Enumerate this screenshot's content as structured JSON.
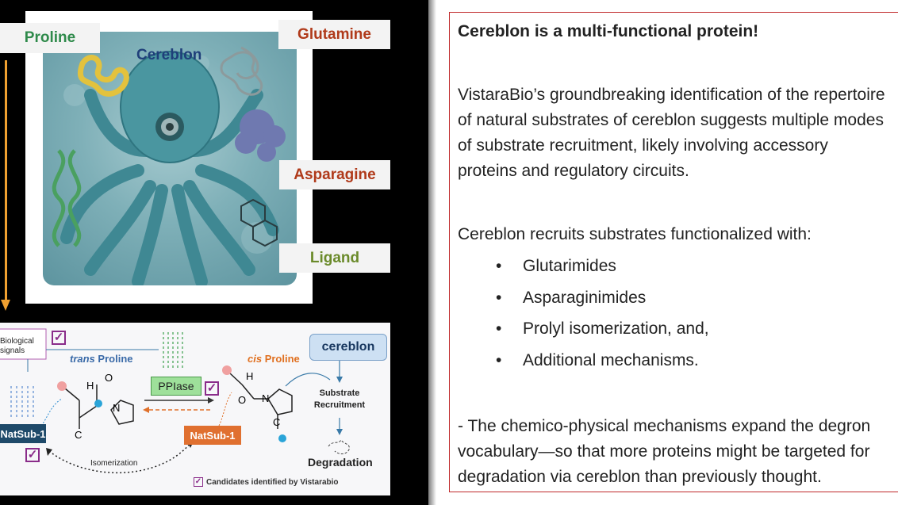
{
  "left_panel": {
    "labels": {
      "proline": "Proline",
      "glutamine": "Glutamine",
      "cereblon": "Cereblon",
      "asparagine": "Asparagine",
      "ligand": "Ligand"
    },
    "colors": {
      "proline": "#2e8a4a",
      "glutamine": "#b03a1a",
      "cereblon": "#1f3f7a",
      "asparagine": "#b03a1a",
      "ligand": "#6a8a2a",
      "arrow": "#f0a030"
    },
    "mechanism": {
      "biological_signals": "Biological signals",
      "trans_italic": "trans",
      "trans_word": "Proline",
      "cis_italic": "cis",
      "cis_word": "Proline",
      "cereblon_box": "cereblon",
      "pplase": "PPIase",
      "natsub_left": "NatSub-1",
      "natsub_right": "NatSub-1",
      "substrate_recruitment": "Substrate Recruitment",
      "isomerization": "Isomerization",
      "degradation": "Degradation",
      "candidates_note": "Candidates identified by Vistarabio",
      "check_mark": "✓",
      "atom_h1": "H",
      "atom_o1": "O",
      "atom_n1": "N",
      "atom_c1": "C",
      "atom_h2": "H",
      "atom_o2": "O",
      "atom_n2": "N",
      "atom_c2": "C"
    }
  },
  "text_panel": {
    "heading": "Cereblon is a multi-functional protein!",
    "para1_lines": [
      "VistaraBio’s groundbreaking identification of the repertoire",
      "of natural substrates of cereblon suggests multiple modes",
      "of substrate recruitment, likely involving accessory",
      "proteins and regulatory circuits."
    ],
    "intro": "Cereblon recruits substrates functionalized with:",
    "bullet_symbol": "•",
    "bullets": [
      "Glutarimides",
      "Asparaginimides",
      "Prolyl isomerization, and,",
      "Additional mechanisms."
    ],
    "para2_lines": [
      "- The chemico-physical mechanisms expand the degron",
      "vocabulary—so that more proteins might be targeted for",
      "degradation via cereblon than previously thought."
    ],
    "border_color": "#c0292a"
  }
}
